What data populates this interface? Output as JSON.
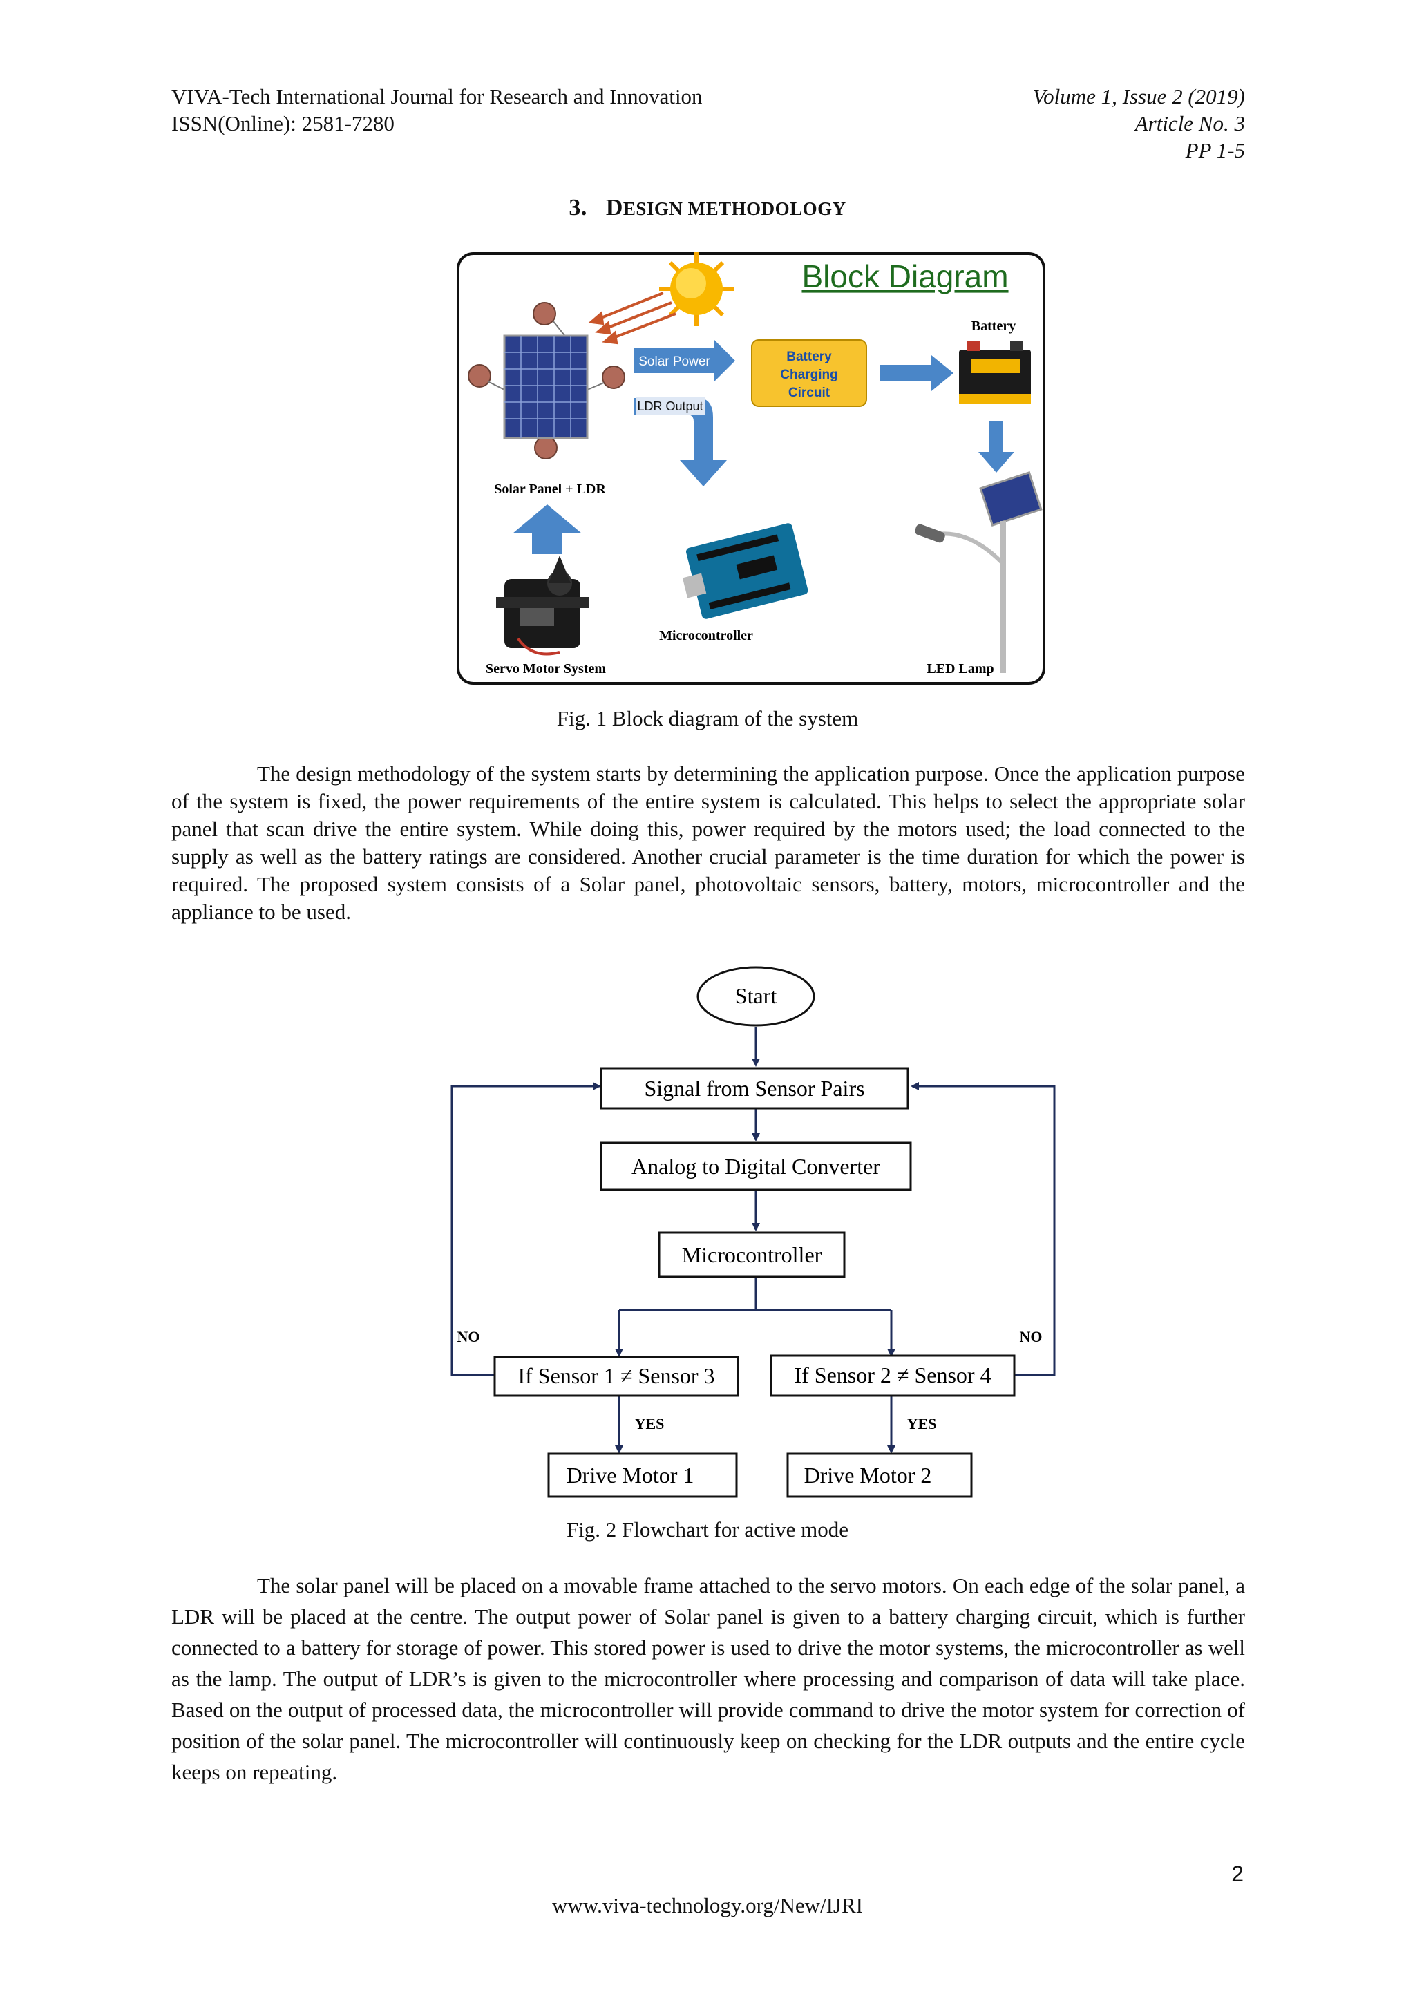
{
  "header": {
    "journal": "VIVA-Tech International Journal for Research and Innovation",
    "issn": "ISSN(Online): 2581-7280",
    "volume": "Volume 1, Issue 2 (2019)",
    "article": "Article No. 3",
    "pages": "PP 1-5"
  },
  "section": {
    "number": "3.",
    "first_letter": "D",
    "rest": "ESIGN METHODOLOGY"
  },
  "fig1": {
    "title": "Block Diagram",
    "battery_label": "Battery",
    "solar_power_label": "Solar Power",
    "ldr_output_label": "LDR Output",
    "charging_circuit": "Battery Charging Circuit",
    "charging_line1": "Battery",
    "charging_line2": "Charging",
    "charging_line3": "Circuit",
    "solar_panel_label": "Solar Panel + LDR",
    "microcontroller_label": "Microcontroller",
    "servo_label": "Servo Motor System",
    "led_lamp_label": "LED Lamp",
    "caption": "Fig. 1 Block diagram of the system"
  },
  "paragraph1": "The design methodology of the system starts by determining the application purpose. Once the application purpose of the system is fixed, the power requirements of the entire system is calculated. This helps to select the appropriate solar panel that scan drive the entire system. While doing this, power required by the motors used; the load connected to the supply as well as the battery ratings are considered. Another crucial parameter is the time duration for which the power is required. The proposed system consists of a Solar panel, photovoltaic sensors, battery, motors, microcontroller and the appliance to be used.",
  "fig2": {
    "start": "Start",
    "signal": "Signal from Sensor Pairs",
    "adc": "Analog to Digital Converter",
    "micro": "Microcontroller",
    "cond1": "If Sensor 1 ≠ Sensor 3",
    "cond2": "If Sensor 2 ≠ Sensor 4",
    "no_left": "NO",
    "no_right": "NO",
    "yes_left": "YES",
    "yes_right": "YES",
    "motor1": "Drive Motor 1",
    "motor2": "Drive Motor 2",
    "caption": "Fig. 2 Flowchart for active mode"
  },
  "paragraph2": "The solar panel will be placed on a movable frame attached to the servo motors. On each edge of the solar panel, a LDR will be placed at the centre. The output power of Solar panel is given to a battery charging circuit, which is further connected to a battery for storage of power. This stored power is used to drive the motor systems, the microcontroller as well as the lamp. The output of LDR’s is given to the microcontroller where processing and comparison of data will take place. Based on the output of processed data, the microcontroller will provide command to drive the motor system for correction of position of the solar panel. The microcontroller will continuously keep on checking for the LDR outputs and the entire cycle keeps on repeating.",
  "page_number": "2",
  "footer": "www.viva-technology.org/New/IJRI",
  "colors": {
    "title_green": "#1e6b1e",
    "arrow_blue": "#4a86c8",
    "charging_fill": "#f7c32e",
    "flow_line": "#1f2d5a"
  }
}
